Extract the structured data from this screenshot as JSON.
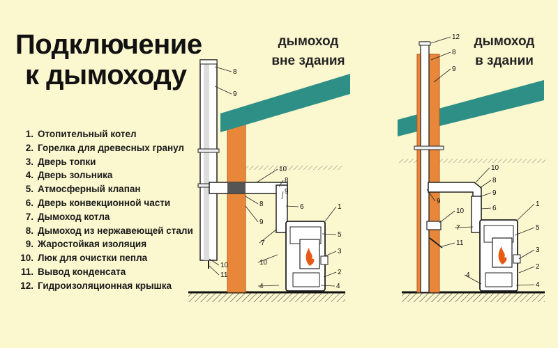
{
  "title": {
    "line1": "Подключение",
    "line2": "к дымоходу"
  },
  "captions": {
    "outside": {
      "line1": "дымоход",
      "line2": "вне здания"
    },
    "inside": {
      "line1": "дымоход",
      "line2": "в здании"
    }
  },
  "legend": [
    {
      "num": "1.",
      "label": "Отопительный котел"
    },
    {
      "num": "2.",
      "label": "Горелка для древесных гранул"
    },
    {
      "num": "3.",
      "label": "Дверь топки"
    },
    {
      "num": "4.",
      "label": "Дверь зольника"
    },
    {
      "num": "5.",
      "label": "Атмосферный клапан"
    },
    {
      "num": "6.",
      "label": "Дверь конвекционной части"
    },
    {
      "num": "7.",
      "label": "Дымоход котла"
    },
    {
      "num": "8.",
      "label": "Дымоход из нержавеющей стали"
    },
    {
      "num": "9.",
      "label": "Жаростойкая изоляция"
    },
    {
      "num": "10.",
      "label": "Люк для очистки пепла"
    },
    {
      "num": "11.",
      "label": "Вывод конденсата"
    },
    {
      "num": "12.",
      "label": "Гидроизоляционная крышка"
    }
  ],
  "callouts": {
    "outside": [
      "8",
      "9",
      "10",
      "8",
      "9",
      "6",
      "8",
      "9",
      "7",
      "10",
      "1",
      "5",
      "3",
      "2",
      "4",
      "4",
      "10",
      "11"
    ],
    "inside": [
      "12",
      "8",
      "9",
      "10",
      "8",
      "9",
      "6",
      "9",
      "10",
      "7",
      "11",
      "1",
      "5",
      "3",
      "2",
      "4",
      "4"
    ]
  },
  "colors": {
    "background": "#fbf7cf",
    "roof": "#2e8f86",
    "wall": "#e8873a",
    "pipe_outline": "#222222",
    "ground": "#1a1a1a",
    "flame": "#e65a16"
  }
}
